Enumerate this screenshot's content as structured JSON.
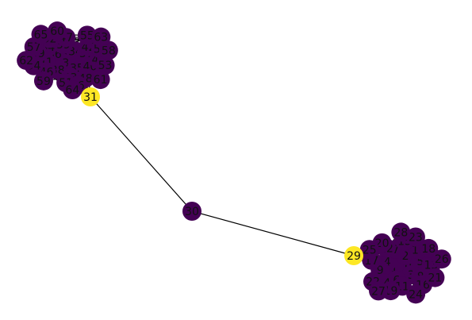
{
  "graph": {
    "node_color_default": "#440154",
    "node_color_highlight": "#fde725",
    "edge_color": "#000000",
    "highlighted_nodes": [
      "29",
      "31"
    ],
    "bridge_edges": [
      [
        "31",
        "30"
      ],
      [
        "30",
        "29"
      ]
    ],
    "clusters": [
      {
        "name": "top-left",
        "node_labels": [
          "32",
          "33",
          "34",
          "35",
          "36",
          "37",
          "38",
          "39",
          "40",
          "41",
          "42",
          "43",
          "44",
          "45",
          "46",
          "47",
          "48",
          "49",
          "50",
          "51",
          "52",
          "53",
          "54",
          "55",
          "56",
          "57",
          "58",
          "59",
          "60",
          "61",
          "62",
          "63",
          "64",
          "65"
        ]
      },
      {
        "name": "bottom-right",
        "node_labels": [
          "0",
          "1",
          "2",
          "3",
          "4",
          "5",
          "6",
          "7",
          "8",
          "9",
          "10",
          "11",
          "12",
          "13",
          "14",
          "15",
          "16",
          "17",
          "18",
          "19",
          "20",
          "21",
          "22",
          "23",
          "24",
          "25",
          "26",
          "27",
          "28"
        ]
      }
    ],
    "bridge_node_labels": [
      "29",
      "30",
      "31"
    ]
  }
}
